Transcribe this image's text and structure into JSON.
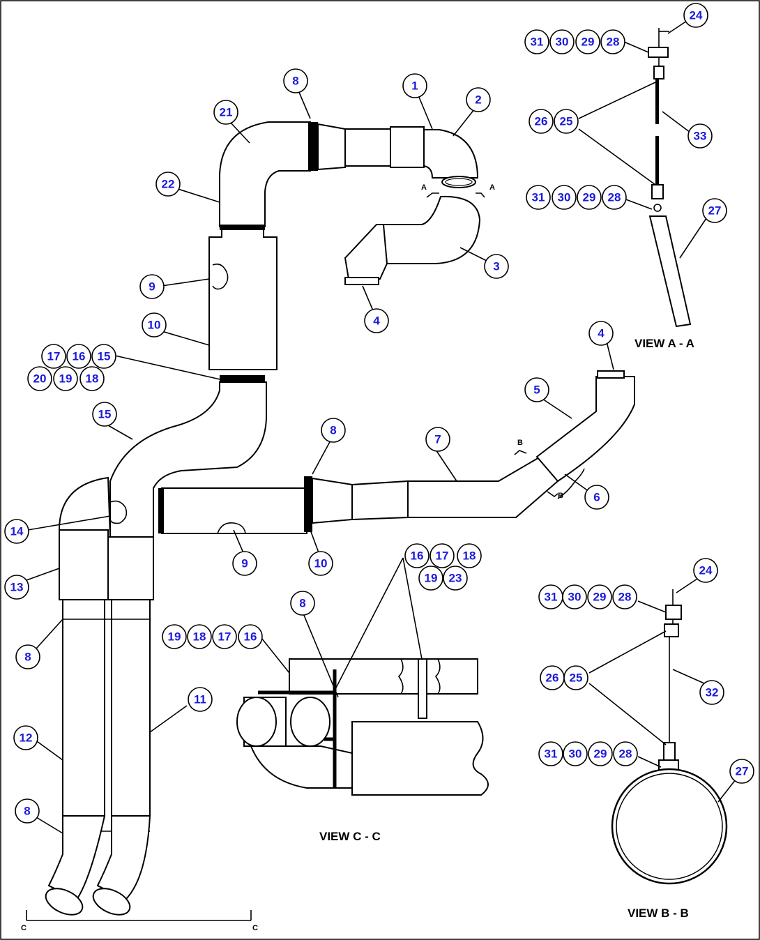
{
  "views": {
    "a": "VIEW A - A",
    "b": "VIEW B - B",
    "c": "VIEW C - C"
  },
  "section_marks": {
    "a": "A",
    "b": "B",
    "c": "C"
  },
  "callouts": {
    "main": [
      "1",
      "2",
      "3",
      "4",
      "8",
      "21",
      "22",
      "9",
      "10",
      "17",
      "16",
      "15",
      "20",
      "19",
      "18",
      "15",
      "14",
      "13",
      "8",
      "12",
      "11",
      "8",
      "4",
      "5",
      "7",
      "8",
      "6",
      "9",
      "10"
    ],
    "view_a": [
      "24",
      "31",
      "30",
      "29",
      "28",
      "26",
      "25",
      "33",
      "31",
      "30",
      "29",
      "28",
      "27"
    ],
    "view_b": [
      "24",
      "31",
      "30",
      "29",
      "28",
      "26",
      "25",
      "32",
      "31",
      "30",
      "29",
      "28",
      "27"
    ],
    "view_c": [
      "16",
      "17",
      "18",
      "19",
      "23",
      "8",
      "19",
      "18",
      "17",
      "16"
    ]
  },
  "colors": {
    "callout_text": "#1a1adb",
    "line": "#000000"
  }
}
